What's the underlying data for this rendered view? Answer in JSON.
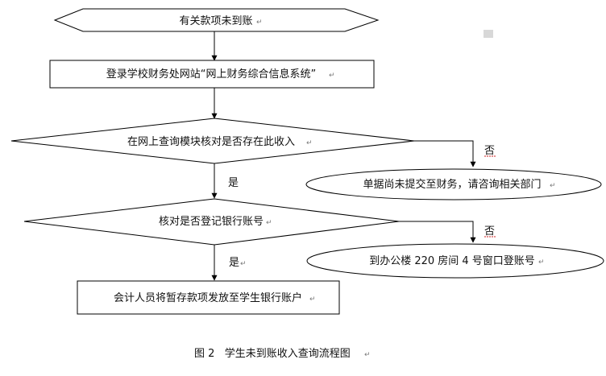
{
  "nodes": {
    "start": "有关款项未到账",
    "login": "登录学校财务处网站“网上财务综合信息系统”",
    "check_income": "在网上查询模块核对是否存在此收入",
    "not_submitted": "单据尚未提交至财务，请咨询相关部门",
    "check_account": "核对是否登记银行账号",
    "register_account": "到办公楼 220 房间 4 号窗口登账号",
    "issue": "会计人员将暂存款项发放至学生银行账户"
  },
  "edges": {
    "no_1": "否",
    "yes_1": "是",
    "no_2": "否",
    "yes_2": "是"
  },
  "paragraph_mark": "↵",
  "caption": "图 2   学生未到账收入查询流程图"
}
